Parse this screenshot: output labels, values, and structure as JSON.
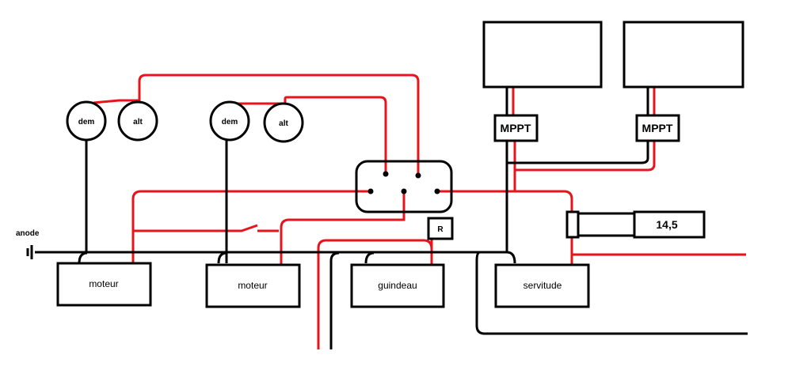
{
  "labels": {
    "anode": "anode",
    "dem_1": "dem",
    "alt_1": "alt",
    "dem_2": "dem",
    "alt_2": "alt",
    "moteur_1": "moteur",
    "moteur_2": "moteur",
    "guindeau": "guindeau",
    "servitude": "servitude",
    "relay": "R",
    "mppt_1": "MPPT",
    "mppt_2": "MPPT",
    "voltage": "14,5"
  },
  "colors": {
    "positive": "#e8141c",
    "negative": "#000000"
  }
}
